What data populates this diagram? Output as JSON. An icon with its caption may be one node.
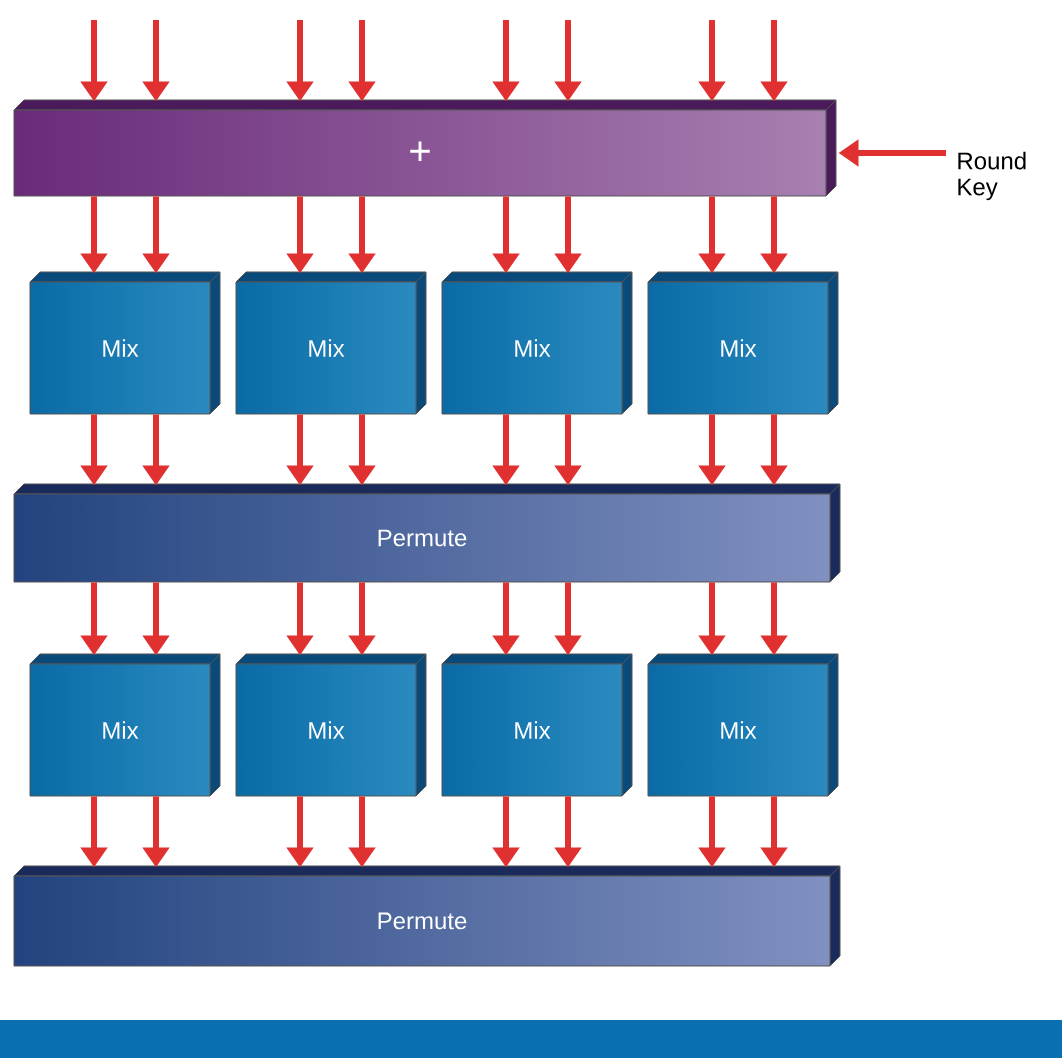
{
  "diagram": {
    "nodes": [
      {
        "text": [
          "+"
        ]
      },
      {
        "text": [
          "Round Key"
        ]
      },
      {
        "text": [
          "Mix"
        ]
      },
      {
        "text": [
          "Mix"
        ]
      },
      {
        "text": [
          "Mix"
        ]
      },
      {
        "text": [
          "Mix"
        ]
      },
      {
        "text": [
          "Permute"
        ]
      },
      {
        "text": [
          "Mix"
        ]
      },
      {
        "text": [
          "Mix"
        ]
      },
      {
        "text": [
          "Mix"
        ]
      },
      {
        "text": [
          "Mix"
        ]
      },
      {
        "text": [
          "Permute"
        ]
      },
      {
        "text": [],
        "shape": "bar"
      }
    ],
    "edges": [
      {
        "from": null,
        "to": 0,
        "arrow": "to"
      },
      {
        "from": null,
        "to": 0,
        "arrow": "to"
      },
      {
        "from": null,
        "to": 0,
        "arrow": "to"
      },
      {
        "from": null,
        "to": 0,
        "arrow": "to"
      },
      {
        "from": null,
        "to": 0,
        "arrow": "to"
      },
      {
        "from": null,
        "to": 0,
        "arrow": "to"
      },
      {
        "from": null,
        "to": 0,
        "arrow": "to"
      },
      {
        "from": null,
        "to": 0,
        "arrow": "to"
      },
      {
        "from": 1,
        "to": 0,
        "arrow": "to"
      },
      {
        "from": 0,
        "to": 2,
        "arrow": "to"
      },
      {
        "from": 0,
        "to": 2,
        "arrow": "to"
      },
      {
        "from": 0,
        "to": 3,
        "arrow": "to"
      },
      {
        "from": 0,
        "to": 3,
        "arrow": "to"
      },
      {
        "from": 0,
        "to": 4,
        "arrow": "to"
      },
      {
        "from": 0,
        "to": 4,
        "arrow": "to"
      },
      {
        "from": 0,
        "to": 5,
        "arrow": "to"
      },
      {
        "from": 0,
        "to": 5,
        "arrow": "to"
      },
      {
        "from": 2,
        "to": 6,
        "arrow": "to"
      },
      {
        "from": 2,
        "to": 6,
        "arrow": "to"
      },
      {
        "from": 3,
        "to": 6,
        "arrow": "to"
      },
      {
        "from": 3,
        "to": 6,
        "arrow": "to"
      },
      {
        "from": 4,
        "to": 6,
        "arrow": "to"
      },
      {
        "from": 4,
        "to": 6,
        "arrow": "to"
      },
      {
        "from": 5,
        "to": 6,
        "arrow": "to"
      },
      {
        "from": 5,
        "to": 6,
        "arrow": "to"
      },
      {
        "from": 6,
        "to": 7,
        "arrow": "to"
      },
      {
        "from": 6,
        "to": 7,
        "arrow": "to"
      },
      {
        "from": 6,
        "to": 8,
        "arrow": "to"
      },
      {
        "from": 6,
        "to": 8,
        "arrow": "to"
      },
      {
        "from": 6,
        "to": 9,
        "arrow": "to"
      },
      {
        "from": 6,
        "to": 9,
        "arrow": "to"
      },
      {
        "from": 6,
        "to": 10,
        "arrow": "to"
      },
      {
        "from": 6,
        "to": 10,
        "arrow": "to"
      },
      {
        "from": 7,
        "to": 11,
        "arrow": "to"
      },
      {
        "from": 7,
        "to": 11,
        "arrow": "to"
      },
      {
        "from": 8,
        "to": 11,
        "arrow": "to"
      },
      {
        "from": 8,
        "to": 11,
        "arrow": "to"
      },
      {
        "from": 9,
        "to": 11,
        "arrow": "to"
      },
      {
        "from": 9,
        "to": 11,
        "arrow": "to"
      },
      {
        "from": 10,
        "to": 11,
        "arrow": "to"
      },
      {
        "from": 10,
        "to": 11,
        "arrow": "to"
      }
    ]
  }
}
